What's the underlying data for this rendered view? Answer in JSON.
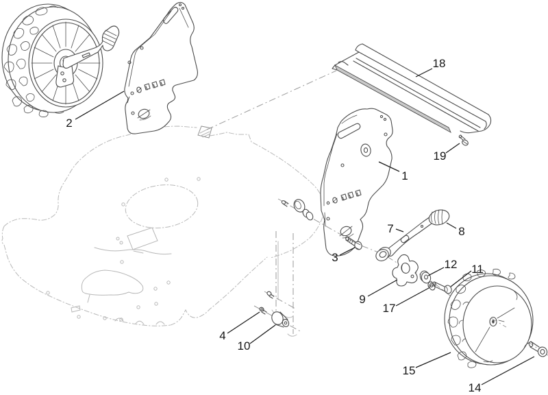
{
  "figure": {
    "kind": "exploded-parts-diagram",
    "colors": {
      "background": "#ffffff",
      "part_line": "#4a4a4a",
      "phantom_line": "#b7b7b7",
      "centerline": "#9a9a9a",
      "label": "#141414",
      "deflector_strip": "#c9c9c9"
    },
    "callouts": {
      "c1": "1",
      "c2": "2",
      "c3": "3",
      "c4": "4",
      "c7": "7",
      "c8": "8",
      "c9": "9",
      "c10": "10",
      "c11": "11",
      "c12": "12",
      "c14": "14",
      "c15": "15",
      "c17": "17",
      "c18": "18",
      "c19": "19"
    }
  }
}
